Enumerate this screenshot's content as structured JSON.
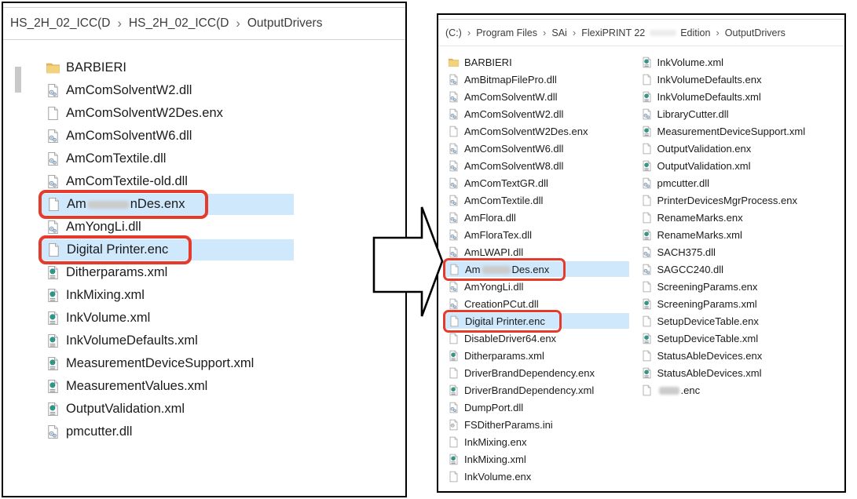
{
  "left_window": {
    "breadcrumb": [
      "HS_2H_02_ICC(D",
      "HS_2H_02_ICC(D",
      "OutputDrivers"
    ],
    "files": [
      {
        "icon": "folder",
        "name": "BARBIERI"
      },
      {
        "icon": "dll",
        "name": "AmComSolventW2.dll"
      },
      {
        "icon": "file",
        "name": "AmComSolventW2Des.enx"
      },
      {
        "icon": "dll",
        "name": "AmComSolventW6.dll"
      },
      {
        "icon": "dll",
        "name": "AmComTextile.dll"
      },
      {
        "icon": "dll",
        "name": "AmComTextile-old.dll"
      },
      {
        "icon": "file",
        "parts": [
          {
            "text": "Am"
          },
          {
            "censor": 52
          },
          {
            "text": "nDes.enx"
          }
        ],
        "selected": true,
        "redbox": true
      },
      {
        "icon": "dll",
        "name": "AmYongLi.dll"
      },
      {
        "icon": "file",
        "name": "Digital Printer.enc",
        "selected": true,
        "redbox": true
      },
      {
        "icon": "xml",
        "name": "Ditherparams.xml"
      },
      {
        "icon": "xml",
        "name": "InkMixing.xml"
      },
      {
        "icon": "xml",
        "name": "InkVolume.xml"
      },
      {
        "icon": "xml",
        "name": "InkVolumeDefaults.xml"
      },
      {
        "icon": "xml",
        "name": "MeasurementDeviceSupport.xml"
      },
      {
        "icon": "xml",
        "name": "MeasurementValues.xml"
      },
      {
        "icon": "xml",
        "name": "OutputValidation.xml"
      },
      {
        "icon": "dll",
        "name": "pmcutter.dll"
      }
    ]
  },
  "right_window": {
    "breadcrumb": [
      "(C:)",
      "Program Files",
      "SAi",
      {
        "parts": [
          {
            "text": "FlexiPRINT 22 "
          },
          {
            "censor": 34
          },
          {
            "text": " Edition"
          }
        ]
      },
      "OutputDrivers"
    ],
    "columns": [
      [
        {
          "icon": "folder",
          "name": "BARBIERI"
        },
        {
          "icon": "dll",
          "name": "AmBitmapFilePro.dll"
        },
        {
          "icon": "dll",
          "name": "AmComSolventW.dll"
        },
        {
          "icon": "dll",
          "name": "AmComSolventW2.dll"
        },
        {
          "icon": "file",
          "name": "AmComSolventW2Des.enx"
        },
        {
          "icon": "dll",
          "name": "AmComSolventW6.dll"
        },
        {
          "icon": "dll",
          "name": "AmComSolventW8.dll"
        },
        {
          "icon": "dll",
          "name": "AmComTextGR.dll"
        },
        {
          "icon": "dll",
          "name": "AmComTextile.dll"
        },
        {
          "icon": "dll",
          "name": "AmFlora.dll"
        },
        {
          "icon": "dll",
          "name": "AmFloraTex.dll"
        },
        {
          "icon": "dll",
          "name": "AmLWAPI.dll"
        },
        {
          "icon": "file",
          "parts": [
            {
              "text": "Am"
            },
            {
              "censor": 36
            },
            {
              "text": "Des.enx"
            }
          ],
          "selected": true,
          "redbox": true
        },
        {
          "icon": "dll",
          "name": "AmYongLi.dll"
        },
        {
          "icon": "dll",
          "name": "CreationPCut.dll"
        },
        {
          "icon": "file",
          "name": "Digital Printer.enc",
          "selected": true,
          "redbox": true
        },
        {
          "icon": "file",
          "name": "DisableDriver64.enx"
        },
        {
          "icon": "xml",
          "name": "Ditherparams.xml"
        },
        {
          "icon": "file",
          "name": "DriverBrandDependency.enx"
        },
        {
          "icon": "xml",
          "name": "DriverBrandDependency.xml"
        },
        {
          "icon": "dll",
          "name": "DumpPort.dll"
        },
        {
          "icon": "ini",
          "name": "FSDitherParams.ini"
        },
        {
          "icon": "file",
          "name": "InkMixing.enx"
        },
        {
          "icon": "xml",
          "name": "InkMixing.xml"
        },
        {
          "icon": "file",
          "name": "InkVolume.enx"
        }
      ],
      [
        {
          "icon": "xml",
          "name": "InkVolume.xml"
        },
        {
          "icon": "file",
          "name": "InkVolumeDefaults.enx"
        },
        {
          "icon": "xml",
          "name": "InkVolumeDefaults.xml"
        },
        {
          "icon": "dll",
          "name": "LibraryCutter.dll"
        },
        {
          "icon": "xml",
          "name": "MeasurementDeviceSupport.xml"
        },
        {
          "icon": "file",
          "name": "OutputValidation.enx"
        },
        {
          "icon": "xml",
          "name": "OutputValidation.xml"
        },
        {
          "icon": "dll",
          "name": "pmcutter.dll"
        },
        {
          "icon": "file",
          "name": "PrinterDevicesMgrProcess.enx"
        },
        {
          "icon": "file",
          "name": "RenameMarks.enx"
        },
        {
          "icon": "xml",
          "name": "RenameMarks.xml"
        },
        {
          "icon": "dll",
          "name": "SACH375.dll"
        },
        {
          "icon": "dll",
          "name": "SAGCC240.dll"
        },
        {
          "icon": "file",
          "name": "ScreeningParams.enx"
        },
        {
          "icon": "xml",
          "name": "ScreeningParams.xml"
        },
        {
          "icon": "file",
          "name": "SetupDeviceTable.enx"
        },
        {
          "icon": "xml",
          "name": "SetupDeviceTable.xml"
        },
        {
          "icon": "file",
          "name": "StatusAbleDevices.enx"
        },
        {
          "icon": "xml",
          "name": "StatusAbleDevices.xml"
        },
        {
          "icon": "file",
          "parts": [
            {
              "censor": 26
            },
            {
              "text": ".enc"
            }
          ]
        }
      ]
    ]
  },
  "transfer_arrow": {
    "direction": "right"
  },
  "colors": {
    "selection_highlight": "#cfe8fb",
    "annotation_red": "#e53b2c",
    "window_border": "#000000",
    "folder_yellow": "#f3d27d",
    "xml_globe_green": "#3fae49",
    "dll_gear_blue": "#7d99b4"
  }
}
